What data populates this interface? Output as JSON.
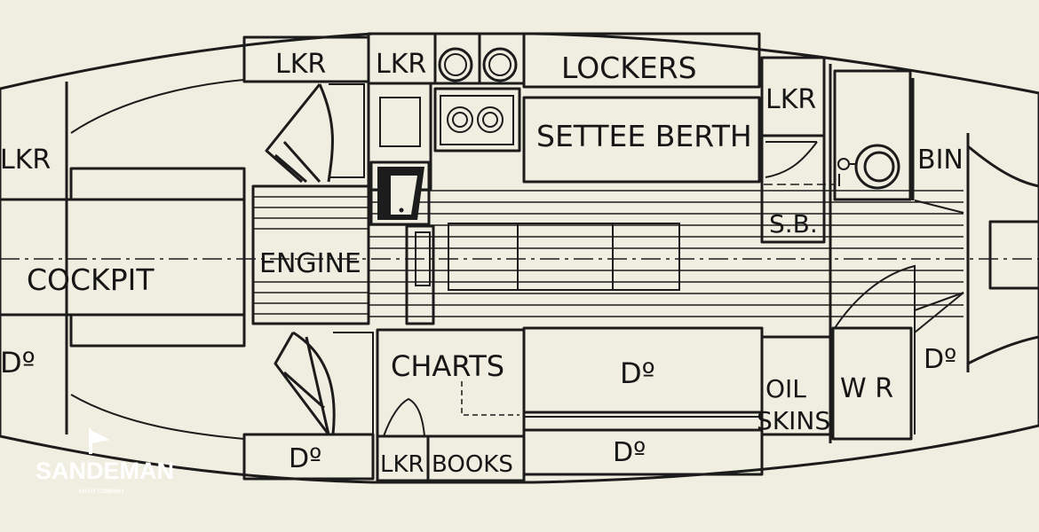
{
  "colors": {
    "paper": "#efeee0",
    "ink": "#1c1c1c",
    "logo": "#ffffff"
  },
  "labels": {
    "lkr_stern": "LKR",
    "lkr_top_1": "LKR",
    "lkr_top_2": "LKR",
    "lockers": "LOCKERS",
    "lkr_fwd": "LKR",
    "bin": "BIN",
    "settee_berth": "SETTEE BERTH",
    "sb": "S.B.",
    "cockpit": "COCKPIT",
    "engine": "ENGINE",
    "charts": "CHARTS",
    "ditto_saloon": "Dº",
    "ditto_stern": "Dº",
    "ditto_bottom_1": "Dº",
    "ditto_bottom_2": "Dº",
    "ditto_bow": "Dº",
    "oil": "OIL",
    "skins": "SKINS",
    "wr": "W R",
    "lkr_bottom": "LKR",
    "books": "BOOKS"
  },
  "logo": {
    "name": "SANDEMAN",
    "tagline": "YACHT COMPANY"
  }
}
